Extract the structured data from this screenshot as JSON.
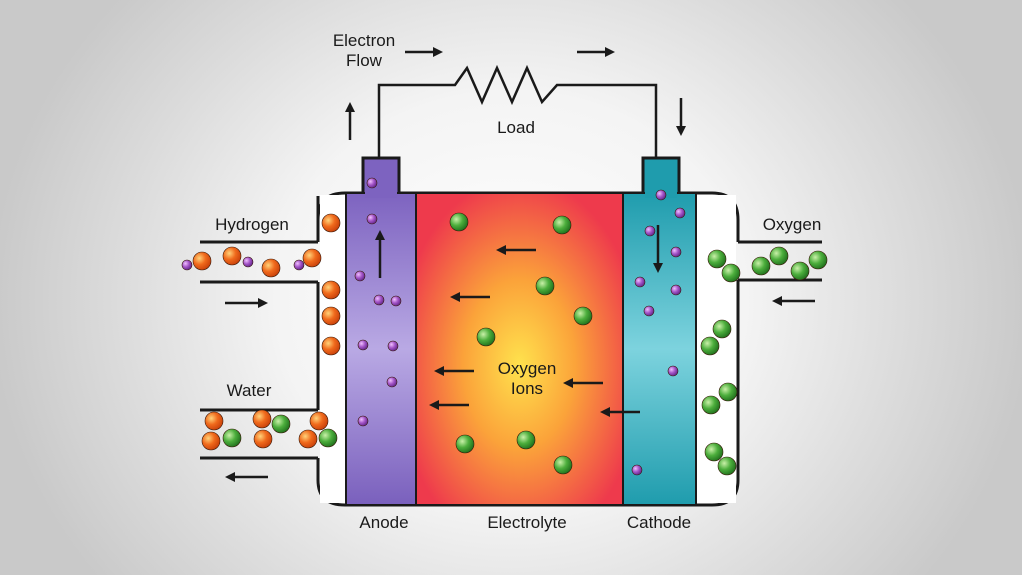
{
  "labels": {
    "electron_flow_1": "Electron",
    "electron_flow_2": "Flow",
    "load": "Load",
    "hydrogen": "Hydrogen",
    "water": "Water",
    "oxygen": "Oxygen",
    "oxygen_ions_1": "Oxygen",
    "oxygen_ions_2": "Ions",
    "anode": "Anode",
    "electrolyte": "Electrolyte",
    "cathode": "Cathode"
  },
  "colors": {
    "anode": "#8a72c8",
    "electrolyte_outer": "#ef3e4a",
    "electrolyte_inner": "#ffd84a",
    "cathode": "#28a9b8",
    "hydrogen": "#f05a1a",
    "oxygen": "#4cae3c",
    "electron": "#8a3fb5"
  }
}
